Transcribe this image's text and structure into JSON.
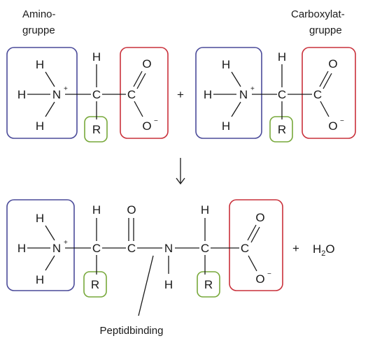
{
  "labels": {
    "amino_line1": "Amino-",
    "amino_line2": "gruppe",
    "carboxyl_line1": "Carboxylat-",
    "carboxyl_line2": "gruppe",
    "peptide_bond": "Peptidbinding",
    "plus": "+",
    "arrow": "↓",
    "water_h": "H",
    "water_sub": "2",
    "water_o": "O"
  },
  "atoms": {
    "hydrogen": "H",
    "nitrogen": "N",
    "carbon": "C",
    "oxygen": "O",
    "r_group": "R",
    "plus_charge": "+",
    "minus_charge": "−"
  },
  "colors": {
    "amino_box": "#4a4a99",
    "carboxyl_box": "#c9303a",
    "r_box": "#77a83a"
  }
}
